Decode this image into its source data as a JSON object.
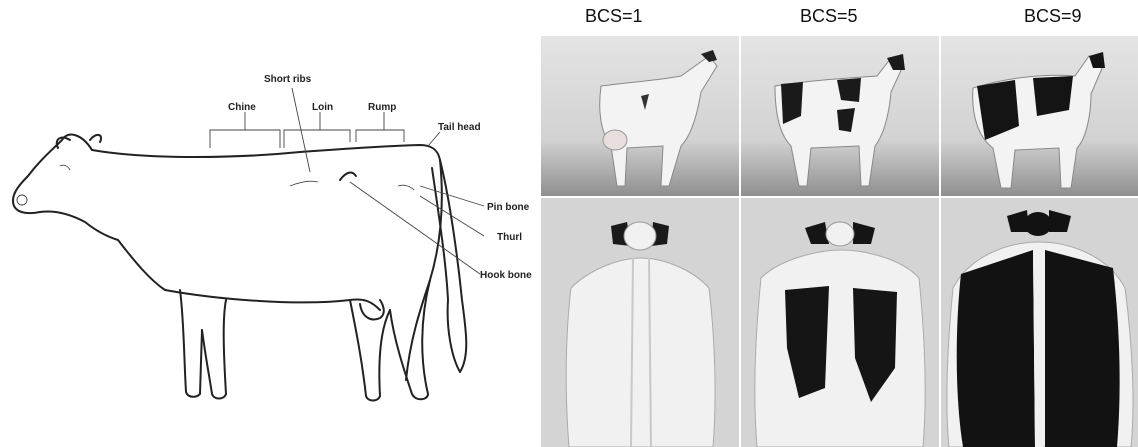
{
  "diagram": {
    "labels": {
      "short_ribs": "Short ribs",
      "chine": "Chine",
      "loin": "Loin",
      "rump": "Rump",
      "tail_head": "Tail head",
      "pin_bone": "Pin bone",
      "thurl": "Thurl",
      "hook_bone": "Hook bone"
    }
  },
  "bcs_headers": [
    "BCS=1",
    "BCS=5",
    "BCS=9"
  ],
  "colors": {
    "background": "#ffffff",
    "photo_background": "#d9d9d9",
    "line": "#222222"
  }
}
